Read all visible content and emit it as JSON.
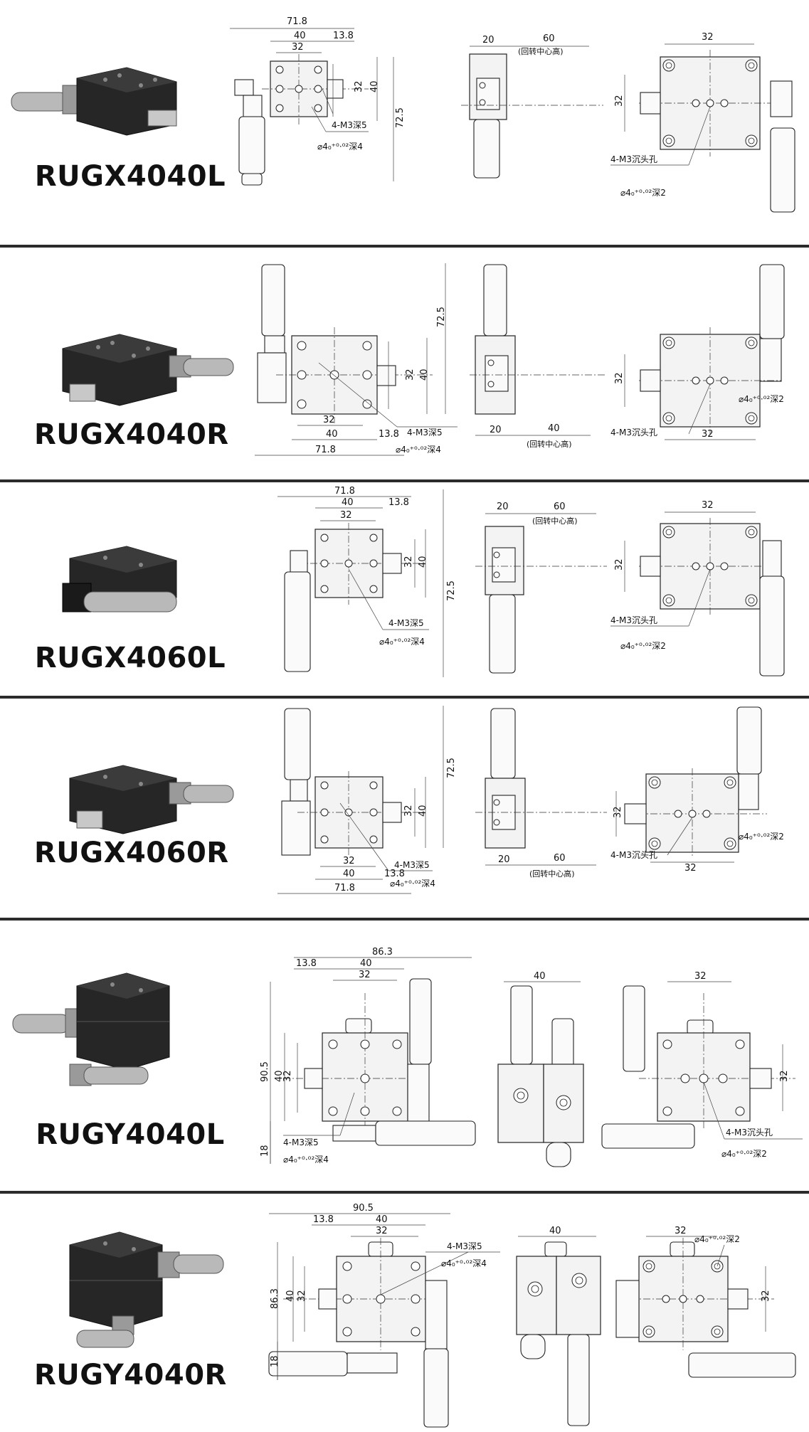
{
  "sections": [
    {
      "model": "RUGX4040L",
      "dims_front": {
        "overall_w": "71.8",
        "outer": "40",
        "inner": "32",
        "offset": "13.8",
        "side_inner": "32",
        "side_outer": "40",
        "height": "72.5"
      },
      "notes_front": {
        "m3": "4-M3深5",
        "dowel": "⌀4₀⁺⁰·⁰²深4"
      },
      "dims_side": {
        "width": "20",
        "rot_h": "60",
        "rot_label": "(回转中心高)"
      },
      "dims_back": {
        "top": "32",
        "side": "32"
      },
      "notes_back": {
        "m3": "4-M3沉头孔",
        "dowel": "⌀4₀⁺⁰·⁰²深2"
      }
    },
    {
      "model": "RUGX4040R",
      "dims_front": {
        "overall_w": "71.8",
        "outer": "40",
        "inner": "32",
        "offset": "13.8",
        "side_inner": "32",
        "side_outer": "40",
        "height": "72.5"
      },
      "notes_front": {
        "m3": "4-M3深5",
        "dowel": "⌀4₀⁺⁰·⁰²深4"
      },
      "dims_side": {
        "width": "20",
        "rot_h": "40",
        "rot_label": "(回转中心高)"
      },
      "dims_back": {
        "top": "32",
        "side": "32"
      },
      "notes_back": {
        "m3": "4-M3沉头孔",
        "dowel": "⌀4₀⁺⁰·⁰²深2"
      }
    },
    {
      "model": "RUGX4060L",
      "dims_front": {
        "overall_w": "71.8",
        "outer": "40",
        "inner": "32",
        "offset": "13.8",
        "side_inner": "32",
        "side_outer": "40",
        "height": "72.5"
      },
      "notes_front": {
        "m3": "4-M3深5",
        "dowel": "⌀4₀⁺⁰·⁰²深4"
      },
      "dims_side": {
        "width": "20",
        "rot_h": "60",
        "rot_label": "(回转中心高)"
      },
      "dims_back": {
        "top": "32",
        "side": "32"
      },
      "notes_back": {
        "m3": "4-M3沉头孔",
        "dowel": "⌀4₀⁺⁰·⁰²深2"
      }
    },
    {
      "model": "RUGX4060R",
      "dims_front": {
        "overall_w": "71.8",
        "outer": "40",
        "inner": "32",
        "offset": "13.8",
        "side_inner": "32",
        "side_outer": "40",
        "height": "72.5"
      },
      "notes_front": {
        "m3": "4-M3深5",
        "dowel": "⌀4₀⁺⁰·⁰²深4"
      },
      "dims_side": {
        "width": "20",
        "rot_h": "60",
        "rot_label": "(回转中心高)"
      },
      "dims_back": {
        "top": "32",
        "side": "32"
      },
      "notes_back": {
        "m3": "4-M3沉头孔",
        "dowel": "⌀4₀⁺⁰·⁰²深2"
      }
    },
    {
      "model": "RUGY4040L",
      "dims_front": {
        "overall_w": "86.3",
        "outer": "40",
        "inner": "32",
        "offset": "13.8",
        "side_inner": "32",
        "side_outer": "40",
        "height": "90.5",
        "foot": "18"
      },
      "notes_front": {
        "m3": "4-M3深5",
        "dowel": "⌀4₀⁺⁰·⁰²深4"
      },
      "dims_side": {
        "width": "40"
      },
      "dims_back": {
        "top": "32",
        "side": "32"
      },
      "notes_back": {
        "m3": "4-M3沉头孔",
        "dowel": "⌀4₀⁺⁰·⁰²深2"
      }
    },
    {
      "model": "RUGY4040R",
      "dims_front": {
        "overall_w": "90.5",
        "outer": "40",
        "inner": "32",
        "offset": "13.8",
        "side_inner": "32",
        "side_outer": "40",
        "height": "86.3",
        "foot": "18"
      },
      "notes_front": {
        "m3": "4-M3深5",
        "dowel": "⌀4₀⁺⁰·⁰²深4"
      },
      "dims_side": {
        "width": "40"
      },
      "dims_back": {
        "top": "32",
        "side": "32"
      },
      "notes_back": {
        "dowel": "⌀4₀⁺⁰·⁰²深2"
      }
    }
  ]
}
